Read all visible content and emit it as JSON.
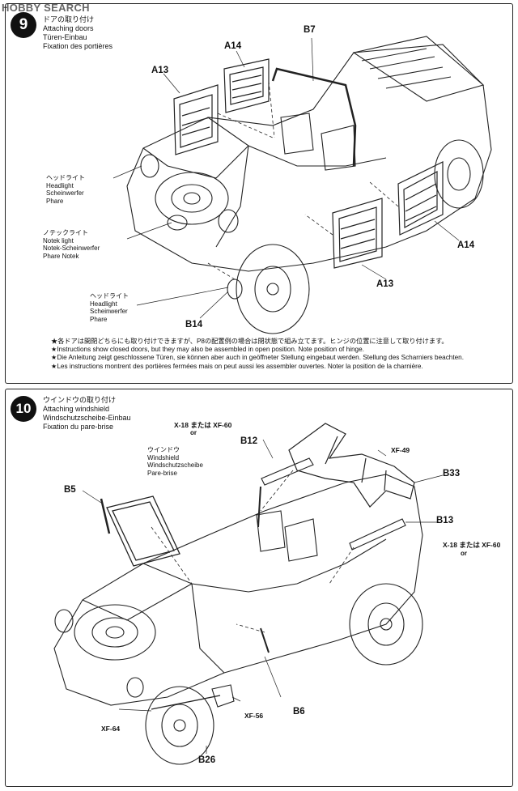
{
  "watermark": "HOBBY SEARCH",
  "step9": {
    "number": "9",
    "title_jp": "ドアの取り付け",
    "title_en": "Attaching doors",
    "title_de": "Türen-Einbau",
    "title_fr": "Fixation des portières",
    "parts": {
      "a13_top": "A13",
      "a14_top": "A14",
      "b7": "B7",
      "a14_right": "A14",
      "a13_bottom": "A13",
      "b14": "B14"
    },
    "headlight_upper": [
      "ヘッドライト",
      "Headlight",
      "Scheinwerfer",
      "Phare"
    ],
    "notek": [
      "ノテックライト",
      "Notek light",
      "Notek-Scheinwerfer",
      "Phare Notek"
    ],
    "headlight_lower": [
      "ヘッドライト",
      "Headlight",
      "Scheinwerfer",
      "Phare"
    ],
    "notes": [
      "★各ドアは開閉どちらにも取り付けできますが、P8の配置例の場合は閉状態で組み立てます。ヒンジの位置に注意して取り付けます。",
      "★Instructions show closed doors, but they may also be assembled in open position. Note position of hinge.",
      "★Die Anleitung zeigt geschlossene Türen, sie können aber auch in geöffneter Stellung eingebaut werden. Stellung des Scharniers beachten.",
      "★Les instructions montrent des portières fermées mais on peut aussi les assembler ouvertes. Noter la position de la charnière."
    ]
  },
  "step10": {
    "number": "10",
    "title_jp": "ウインドウの取り付け",
    "title_en": "Attaching windshield",
    "title_de": "Windschutzscheibe-Einbau",
    "title_fr": "Fixation du pare-brise",
    "paint_top_left": "X-18 または XF-60",
    "or_top": "or",
    "parts": {
      "b12": "B12",
      "b5": "B5",
      "b33": "B33",
      "b13": "B13",
      "b6": "B6",
      "b26": "B26"
    },
    "windshield": [
      "ウインドウ",
      "Windshield",
      "Windschutzscheibe",
      "Pare-brise"
    ],
    "xf49": "XF-49",
    "paint_right": "X-18 または XF-60",
    "or_right": "or",
    "xf56": "XF-56",
    "xf64": "XF-64"
  }
}
